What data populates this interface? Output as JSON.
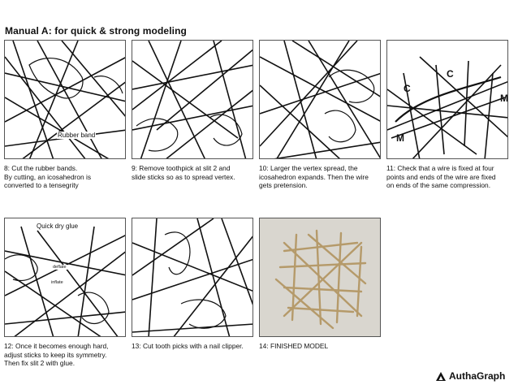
{
  "title": "Manual A: for quick & strong modeling",
  "steps": [
    {
      "caption": "8: Cut the rubber bands.\nBy cutting, an icosahedron  is\nconverted to a tensegrity",
      "labels": [
        "Rubber band"
      ]
    },
    {
      "caption": "9: Remove toothpick at slit 2 and\nslide sticks so as to spread vertex.",
      "labels": []
    },
    {
      "caption": "10: Larger the vertex spread, the\nicosahedron  expands.  Then the wire\ngets pretension.",
      "labels": []
    },
    {
      "caption": "11: Check that a wire is fixed at four\npoints and ends of the wire are fixed\non ends of the same compression.",
      "labels": [
        "C",
        "C",
        "M",
        "M"
      ]
    },
    {
      "caption": "12: Once it becomes enough hard,\nadjust sticks to keep its symmetry.\nThen fix slit 2 with glue.",
      "labels": [
        "Quick dry glue",
        "deflate",
        "inflate"
      ]
    },
    {
      "caption": "13: Cut tooth picks with a nail clipper.",
      "labels": []
    },
    {
      "caption": "14: FINISHED MODEL",
      "labels": []
    }
  ],
  "brand": {
    "name": "AuthaGraph",
    "logo_icon": "triangle-logo-icon"
  }
}
